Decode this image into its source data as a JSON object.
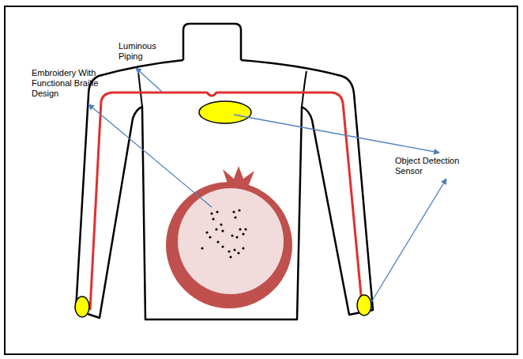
{
  "diagram": {
    "labels": [
      "Luminous Piping",
      "Embroidery With Functional Braille Design",
      "Object Detection Sensor"
    ]
  }
}
